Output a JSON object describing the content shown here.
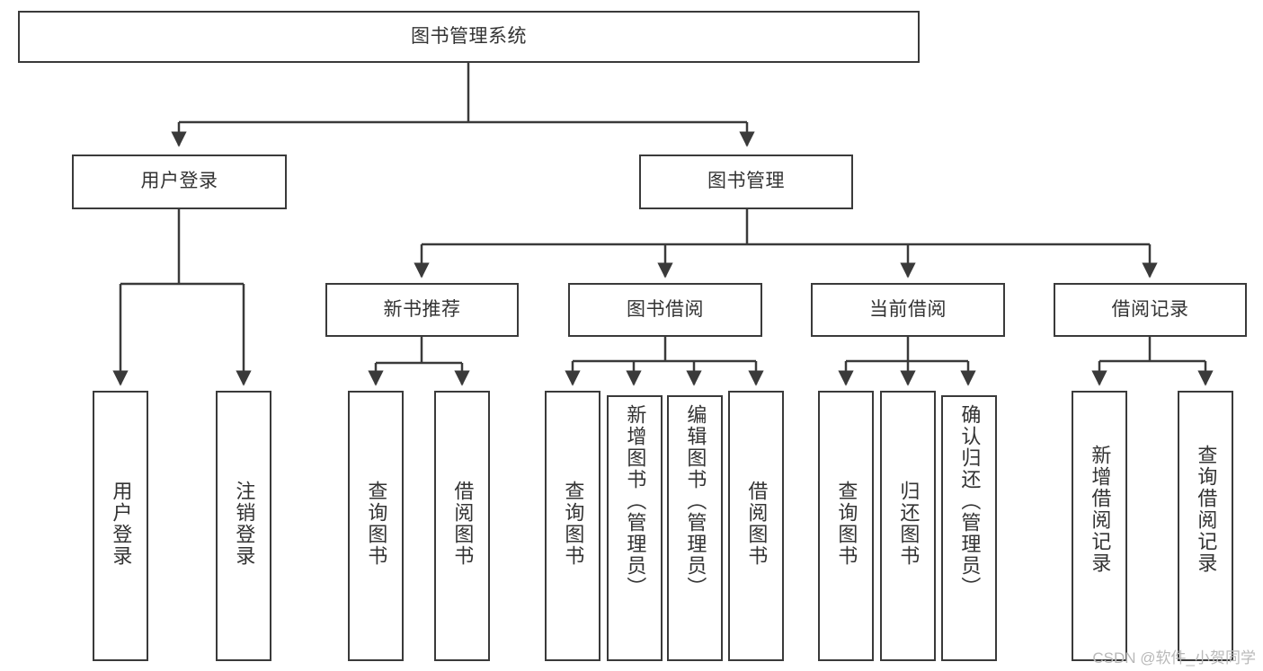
{
  "diagram": {
    "type": "tree-hierarchy",
    "title": "图书管理系统",
    "watermark": "CSDN @软件_小贺同学",
    "colors": {
      "stroke": "#3a3a3a",
      "text": "#333333",
      "background": "#ffffff",
      "watermark": "#b9b9b9"
    },
    "root": {
      "label": "图书管理系统"
    },
    "level2": [
      {
        "label": "用户登录"
      },
      {
        "label": "图书管理"
      }
    ],
    "level3": [
      {
        "label": "新书推荐"
      },
      {
        "label": "图书借阅"
      },
      {
        "label": "当前借阅"
      },
      {
        "label": "借阅记录"
      }
    ],
    "leaves": {
      "user_login": [
        {
          "label": "用户登录"
        },
        {
          "label": "注销登录"
        }
      ],
      "new_book_recommend": [
        {
          "label": "查询图书"
        },
        {
          "label": "借阅图书"
        }
      ],
      "book_borrow": [
        {
          "label": "查询图书"
        },
        {
          "label": "新增图书（管理员）"
        },
        {
          "label": "编辑图书（管理员）"
        },
        {
          "label": "借阅图书"
        }
      ],
      "current_borrow": [
        {
          "label": "查询图书"
        },
        {
          "label": "归还图书"
        },
        {
          "label": "确认归还（管理员）"
        }
      ],
      "borrow_record": [
        {
          "label": "新增借阅记录"
        },
        {
          "label": "查询借阅记录"
        }
      ]
    }
  }
}
